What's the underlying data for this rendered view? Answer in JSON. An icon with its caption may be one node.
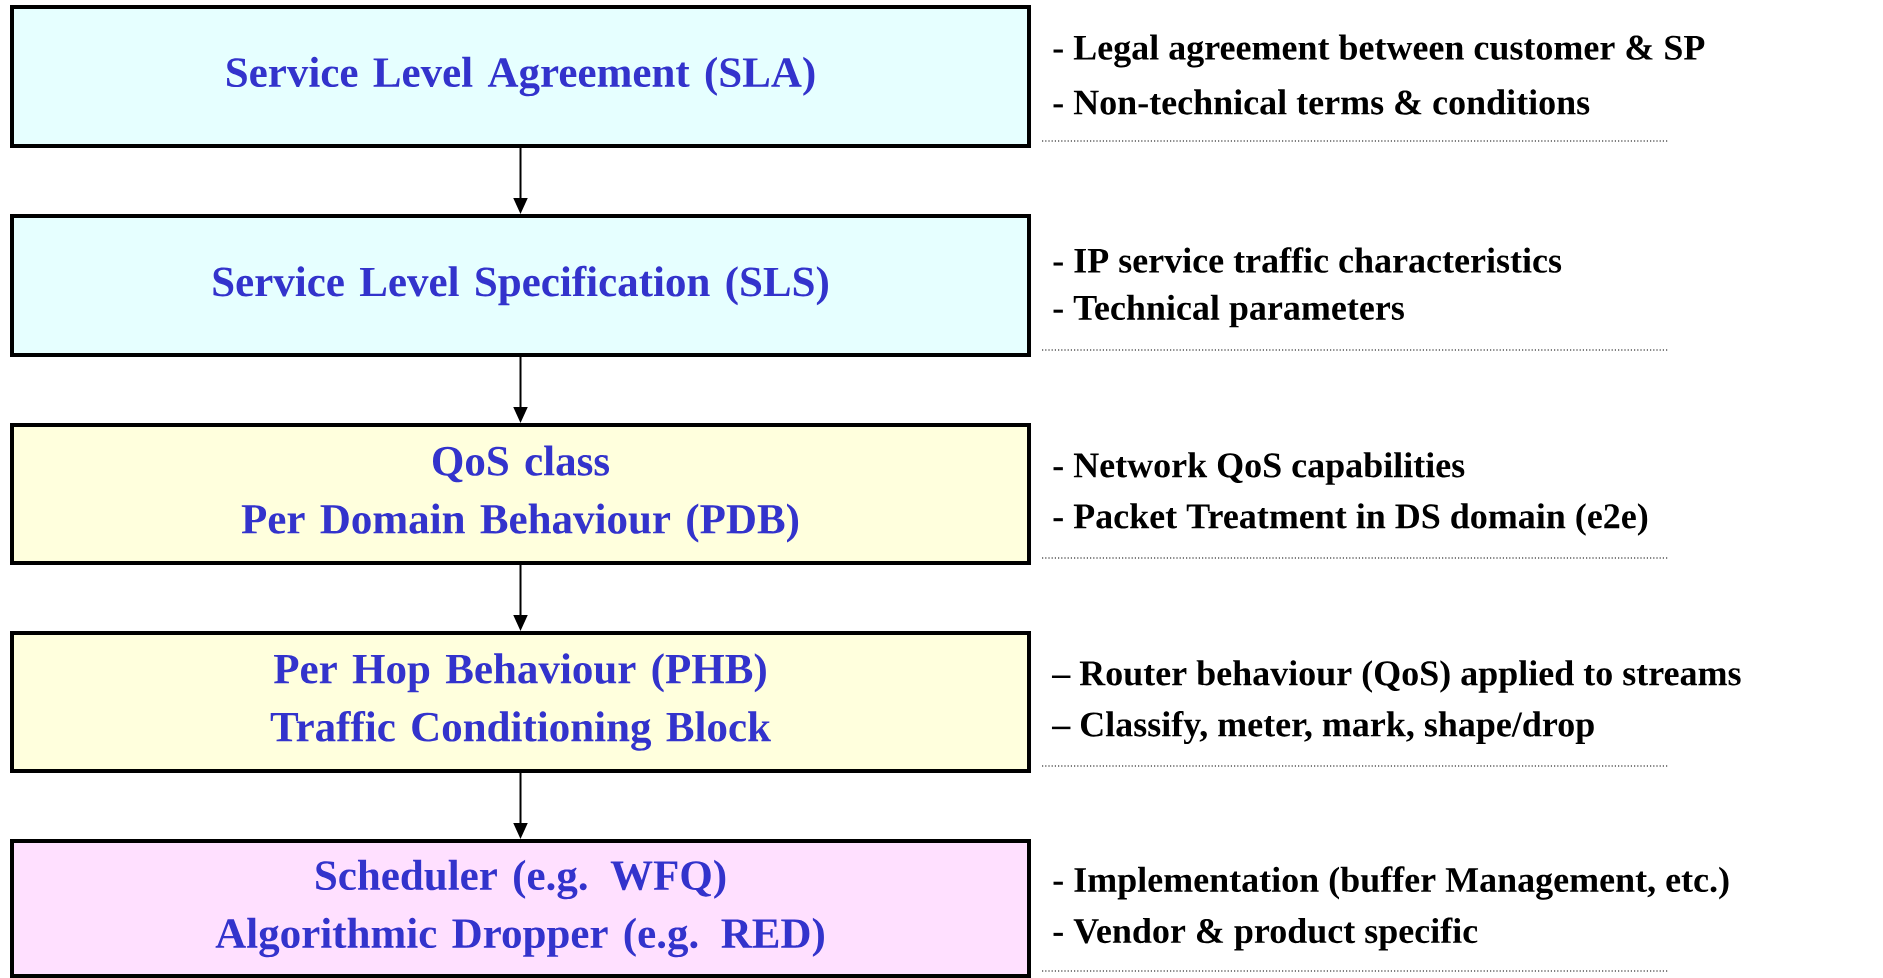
{
  "diagram": {
    "nodes": [
      {
        "text": [
          "Service Level Agreement (SLA)"
        ],
        "beside": [
          "- Legal agreement between customer & SP",
          "- Non-technical terms & conditions"
        ]
      },
      {
        "text": [
          "Service Level Specification (SLS)"
        ],
        "beside": [
          "- IP service traffic characteristics",
          "- Technical parameters"
        ]
      },
      {
        "text": [
          "QoS class",
          "Per Domain Behaviour (PDB)"
        ],
        "beside": [
          "- Network QoS capabilities",
          "- Packet Treatment in DS domain (e2e)"
        ]
      },
      {
        "text": [
          "Per Hop Behaviour (PHB)",
          "Traffic Conditioning Block"
        ],
        "beside": [
          "– Router behaviour (QoS) applied to streams",
          "– Classify, meter, mark, shape/drop"
        ]
      },
      {
        "text": [
          "Scheduler (e.g. WFQ)",
          "Algorithmic Dropper (e.g. RED)"
        ],
        "beside": [
          "- Implementation (buffer Management, etc.)",
          "- Vendor & product specific"
        ]
      }
    ],
    "edges": [
      {
        "from": 0,
        "to": 1,
        "arrow": "to"
      },
      {
        "from": 1,
        "to": 2,
        "arrow": "to"
      },
      {
        "from": 2,
        "to": 3,
        "arrow": "to"
      },
      {
        "from": 3,
        "to": 4,
        "arrow": "to"
      }
    ]
  }
}
